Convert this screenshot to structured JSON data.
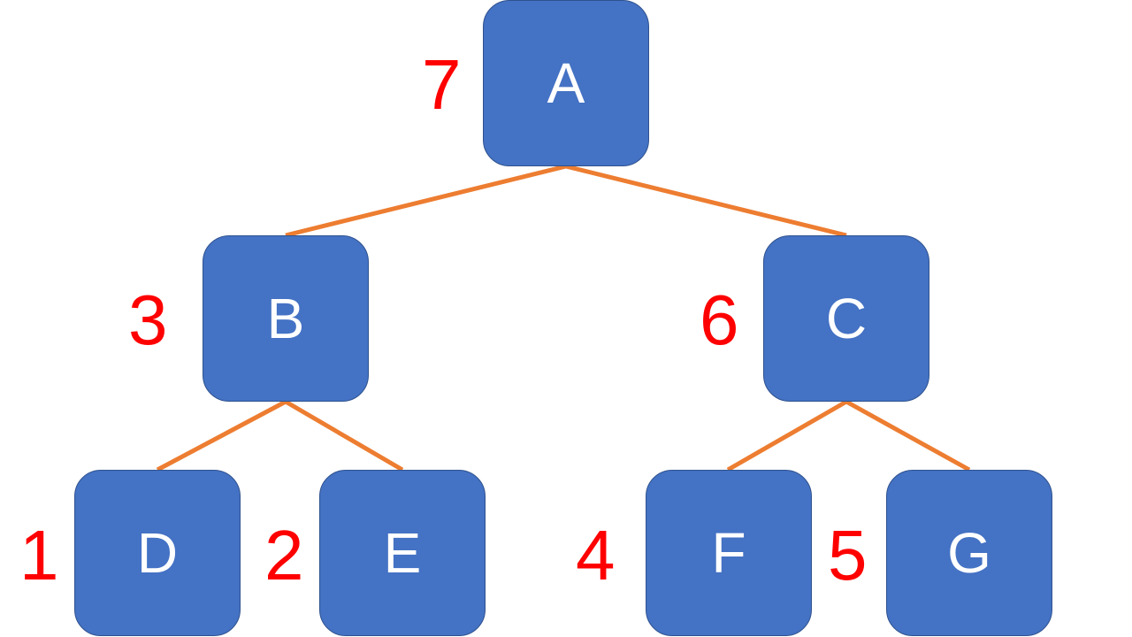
{
  "colors": {
    "node_fill": "#4472c4",
    "node_border": "#2f528f",
    "node_text": "#ffffff",
    "edge": "#ed7d31",
    "order_text": "#ff0000"
  },
  "nodes": {
    "A": {
      "label": "A",
      "order": "7"
    },
    "B": {
      "label": "B",
      "order": "3"
    },
    "C": {
      "label": "C",
      "order": "6"
    },
    "D": {
      "label": "D",
      "order": "1"
    },
    "E": {
      "label": "E",
      "order": "2"
    },
    "F": {
      "label": "F",
      "order": "4"
    },
    "G": {
      "label": "G",
      "order": "5"
    }
  },
  "edges": [
    {
      "from": "A",
      "to": "B"
    },
    {
      "from": "A",
      "to": "C"
    },
    {
      "from": "B",
      "to": "D"
    },
    {
      "from": "B",
      "to": "E"
    },
    {
      "from": "C",
      "to": "F"
    },
    {
      "from": "C",
      "to": "G"
    }
  ]
}
